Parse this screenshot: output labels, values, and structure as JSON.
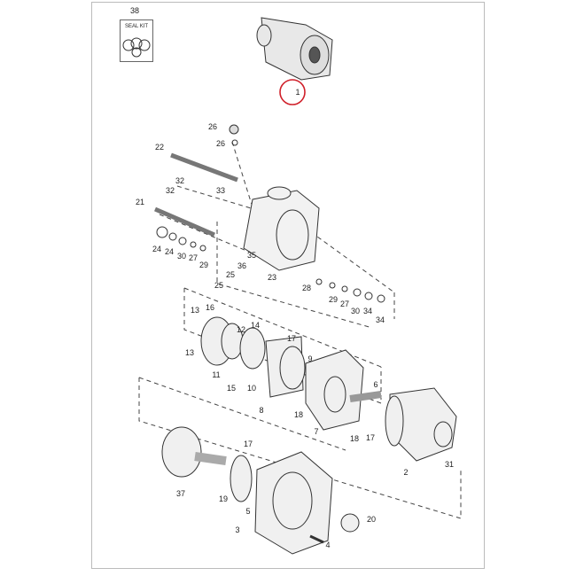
{
  "seal_kit": {
    "number": "38",
    "label": "SEAL KIT"
  },
  "highlight_color": "#d0202a",
  "labels": [
    "1",
    "26",
    "26",
    "22",
    "32",
    "32",
    "33",
    "21",
    "24",
    "24",
    "30",
    "27",
    "29",
    "25",
    "25",
    "36",
    "35",
    "23",
    "28",
    "29",
    "27",
    "30",
    "34",
    "34",
    "13",
    "16",
    "13",
    "12",
    "14",
    "17",
    "9",
    "11",
    "15",
    "10",
    "8",
    "18",
    "7",
    "6",
    "18",
    "17",
    "2",
    "31",
    "37",
    "17",
    "19",
    "5",
    "3",
    "20",
    "4"
  ]
}
